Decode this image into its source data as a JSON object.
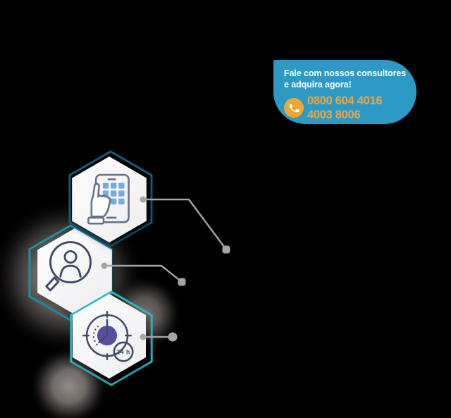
{
  "banner": {
    "heading_line1": "Fale com nossos consultores",
    "heading_line2": "e adquira agora!",
    "phone_number_1": "0800 604 4016",
    "phone_number_2": "4003 8006",
    "phone_icon": "phone-icon"
  },
  "hexagons": [
    {
      "name": "touch-tablet",
      "icon": "touch-tablet-icon",
      "outline_color": "#175B80"
    },
    {
      "name": "person-search",
      "icon": "person-search-icon",
      "outline_color": "#1B8FA9"
    },
    {
      "name": "24h-clock",
      "icon": "clock-24h-icon",
      "outline_color": "#2EBAC9",
      "badge_label": "24 h"
    }
  ],
  "colors": {
    "page_bg": "#000000",
    "banner_bg": "#2D9AC6",
    "banner_text": "#FFFFFF",
    "orange": "#F2A636",
    "phone_number": "#F0A53E",
    "hex_fill_light": "#FDFDFE",
    "hex_fill_dark": "#EEEEF0",
    "hex1_outline": "#175B80",
    "hex2_outline": "#1B8FA9",
    "hex3_outline": "#2EBAC9",
    "icon_tablet_stroke": "#667088",
    "icon_grid_fill": "#74ACDF",
    "icon_person_stroke": "#3E4966",
    "icon_clock_stroke": "#424C6A",
    "icon_clock_fill": "#584FA0",
    "connector": "#A5A4A8"
  }
}
